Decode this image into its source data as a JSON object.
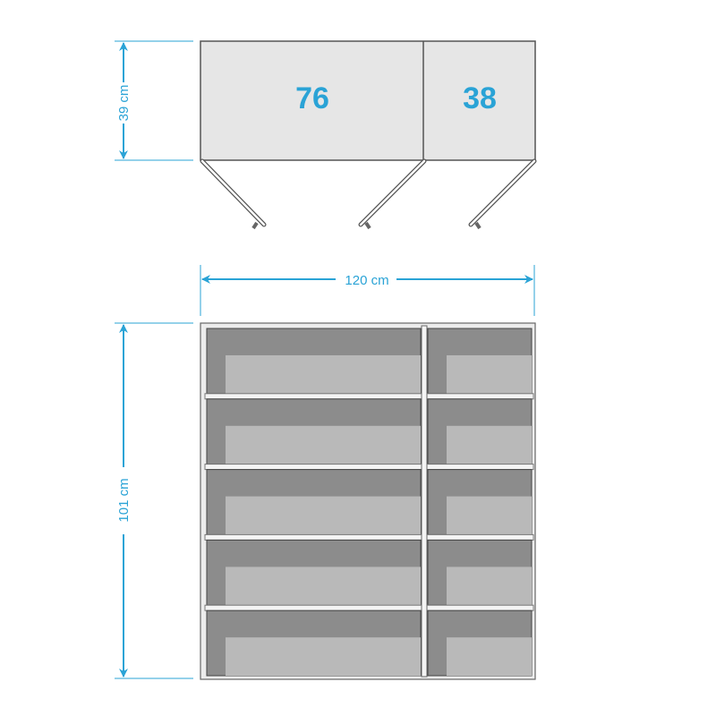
{
  "top_view": {
    "compartments": [
      {
        "label": "76"
      },
      {
        "label": "38"
      }
    ],
    "depth_label": "39 cm"
  },
  "front_view": {
    "width_label": "120 cm",
    "height_label": "101 cm",
    "shelf_rows": 5,
    "columns": 2
  },
  "colors": {
    "accent": "#2aa3d6",
    "panel_light": "#e6e6e6",
    "back_dark": "#8c8c8c",
    "back_light": "#b9b9b9",
    "outline": "#444444"
  }
}
